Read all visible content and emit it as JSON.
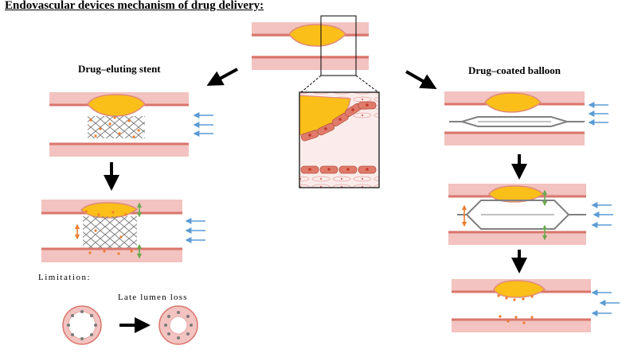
{
  "title": "Endovascular devices mechanism of drug delivery:",
  "labels": {
    "drug_eluting_stent": "Drug–eluting stent",
    "drug_coated_balloon": "Drug–coated balloon",
    "limitation": "Limitation:",
    "late_lumen_loss": "Late lumen loss"
  },
  "colors": {
    "vessel_wall": "#f2c3c0",
    "vessel_line": "#d9756c",
    "plaque": "#fbbf1a",
    "plaque_edge": "#e08a7a",
    "drug_particle": "#ef7d2f",
    "flow_arrow": "#5b9bd5",
    "growth_arrow": "#6aa84f",
    "compression_arrow": "#ef7d2f",
    "device_strut": "#808080",
    "cell": "#e07a6a",
    "cell_nucleus": "#c0392b",
    "pointer_arrow": "#000000"
  },
  "icons": {
    "flow": "blue-flow-arrow-icon",
    "step": "black-down-arrow-icon",
    "growth": "green-double-arrow-icon",
    "compression": "orange-double-arrow-icon"
  }
}
